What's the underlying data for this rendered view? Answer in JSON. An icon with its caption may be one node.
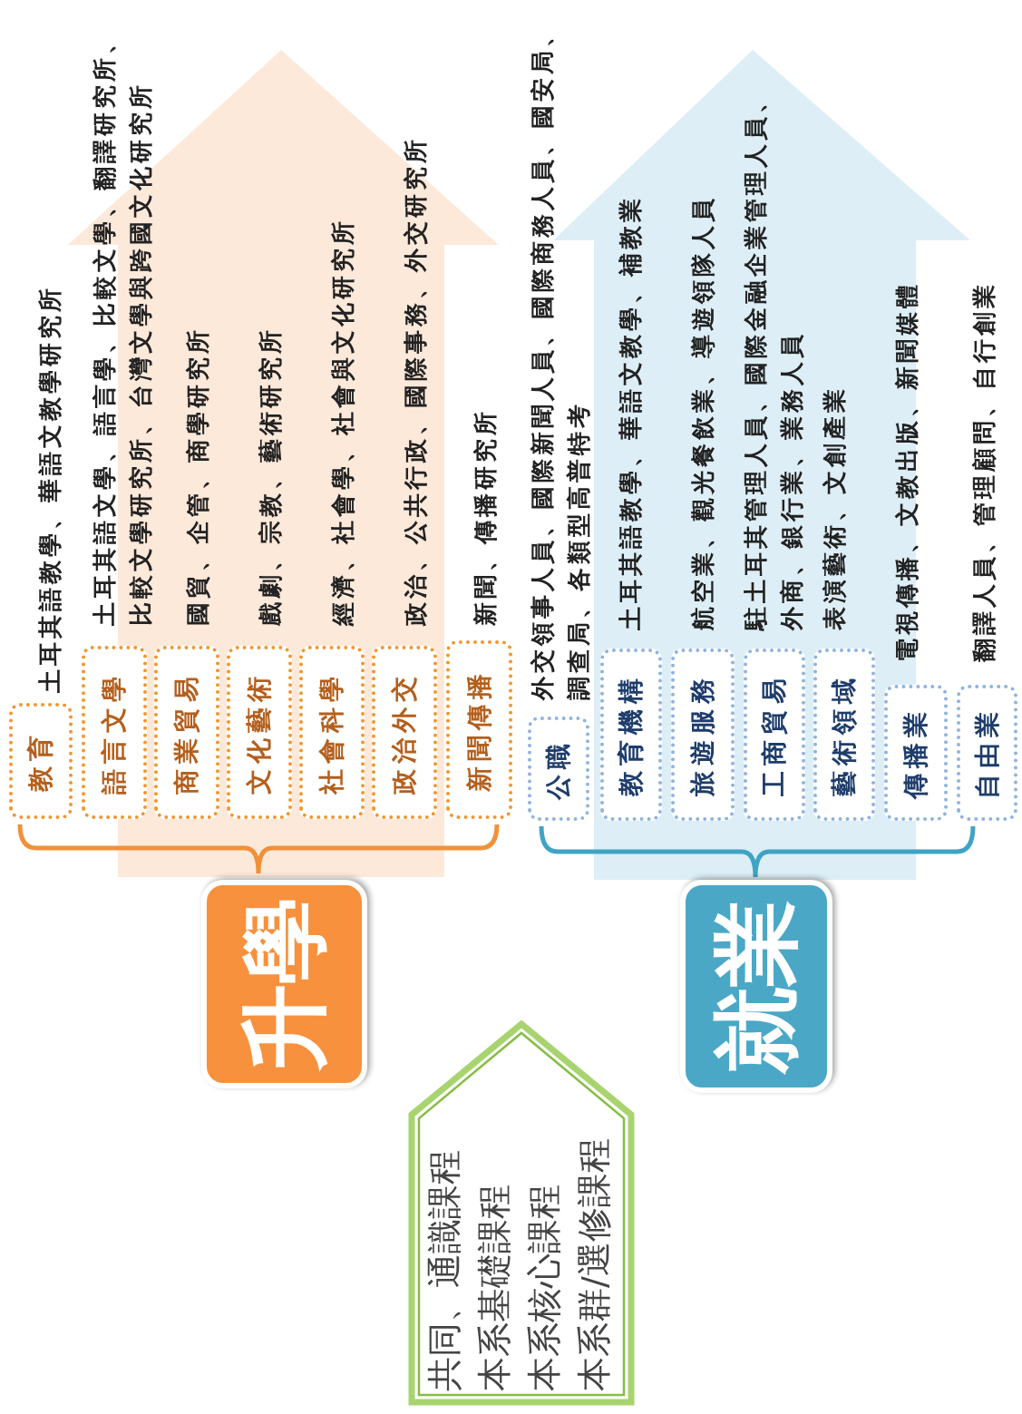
{
  "diagram": {
    "nodes": [
      {
        "text": [
          "共同、通識課程",
          "本系基礎課程",
          "本系核心課程",
          "本系群/選修課程"
        ]
      },
      {
        "text": [
          "升學"
        ]
      },
      {
        "text": [
          "就業"
        ]
      },
      {
        "text": [
          "教育"
        ],
        "beside": [
          "土耳其語教學、華語文教學研究所"
        ]
      },
      {
        "text": [
          "語言文學"
        ],
        "beside": [
          "土耳其語文學、語言學、比較文學、翻譯研究所、比較文學研究所、台灣文學與跨國文化研究所"
        ]
      },
      {
        "text": [
          "商業貿易"
        ],
        "beside": [
          "國貿、企管、商學研究所"
        ]
      },
      {
        "text": [
          "文化藝術"
        ],
        "beside": [
          "戲劇、宗教、藝術研究所"
        ]
      },
      {
        "text": [
          "社會科學"
        ],
        "beside": [
          "經濟、社會學、社會與文化研究所"
        ]
      },
      {
        "text": [
          "政治外交"
        ],
        "beside": [
          "政治、公共行政、國際事務、外交研究所"
        ]
      },
      {
        "text": [
          "新聞傳播"
        ],
        "beside": [
          "新聞、傳播研究所"
        ]
      },
      {
        "text": [
          "公職"
        ],
        "beside": [
          "外交領事人員、國際新聞人員、國際商務人員、國安局、調查局、各類型高普特考"
        ]
      },
      {
        "text": [
          "教育機構"
        ],
        "beside": [
          "土耳其語教學、華語文教學、補教業"
        ]
      },
      {
        "text": [
          "旅遊服務"
        ],
        "beside": [
          "航空業、觀光餐飲業、導遊領隊人員"
        ]
      },
      {
        "text": [
          "工商貿易"
        ],
        "beside": [
          "駐土耳其管理人員、國際金融企業管理人員、外商、銀行業、業務人員"
        ]
      },
      {
        "text": [
          "藝術領域"
        ],
        "beside": [
          "表演藝術、文創產業"
        ]
      },
      {
        "text": [
          "傳播業"
        ],
        "beside": [
          "電視傳播、文教出版、新聞媒體"
        ]
      },
      {
        "text": [
          "自由業"
        ],
        "beside": [
          "翻譯人員、管理顧問、自行創業"
        ]
      }
    ]
  }
}
